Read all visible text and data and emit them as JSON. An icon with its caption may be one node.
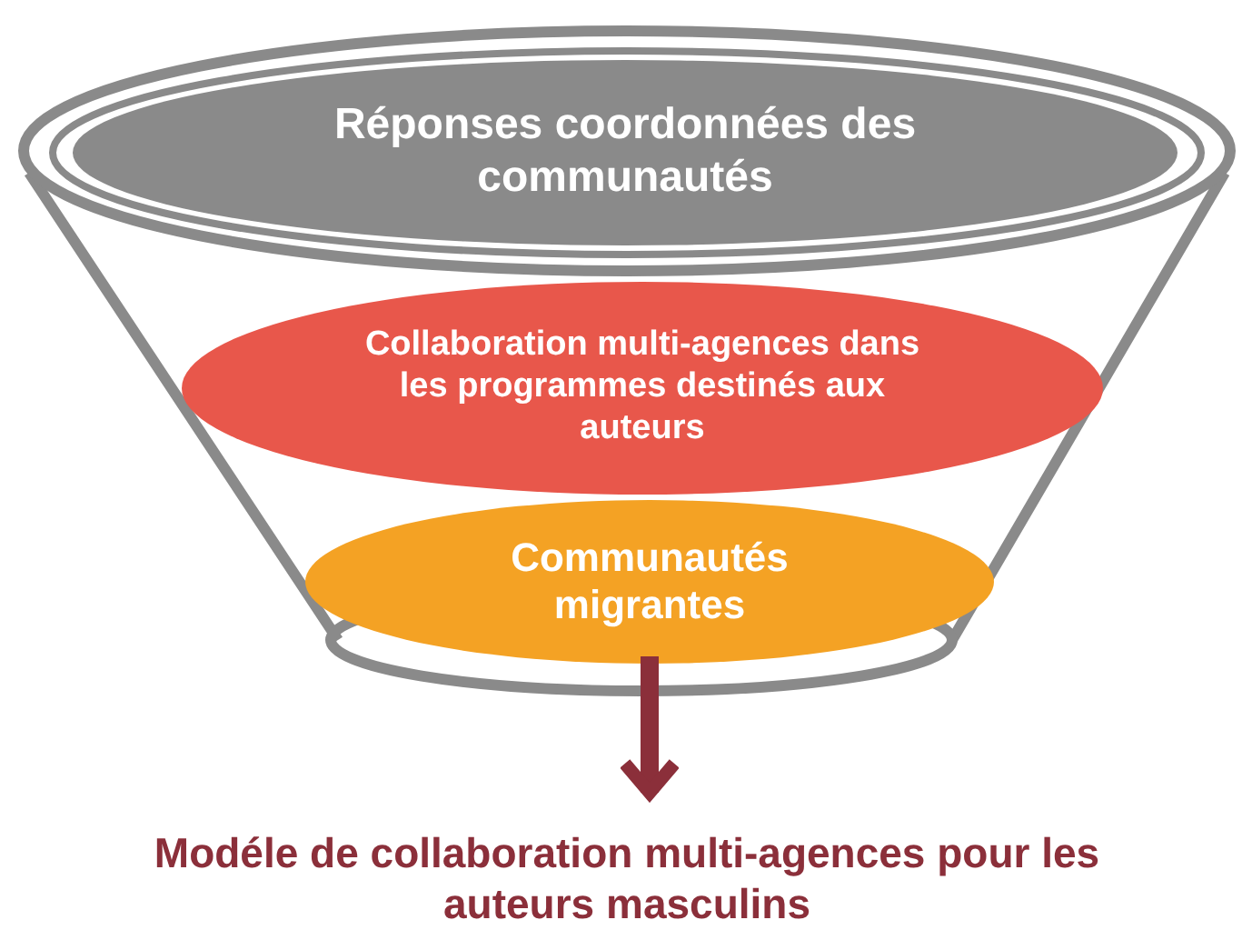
{
  "diagram": {
    "nodes": [
      {
        "text": [],
        "shape": "funnel"
      },
      {
        "text": [
          "Réponses coordonnées des communautés"
        ],
        "in": 0
      },
      {
        "text": [
          "Collaboration multi-agences dans les programmes destinés aux auteurs"
        ],
        "in": 0
      },
      {
        "text": [
          "Communautés migrantes"
        ],
        "in": 0
      },
      {
        "text": [
          "Modéle de collaboration multi-agences pour les auteurs masculins"
        ]
      }
    ],
    "edges": [
      {
        "from": 3,
        "to": 4,
        "arrow": "to",
        "color": "#8b2f3a"
      }
    ]
  }
}
